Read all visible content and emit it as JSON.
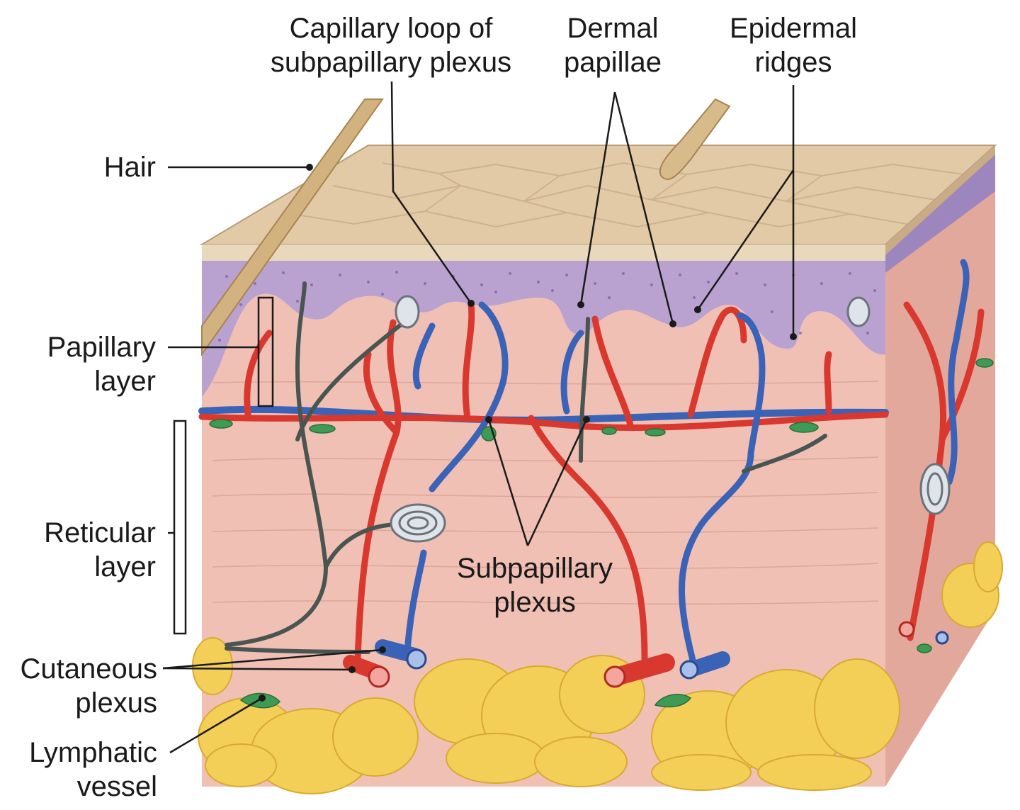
{
  "labels": {
    "capillary_loop": [
      "Capillary loop of",
      "subpapillary plexus"
    ],
    "dermal_papillae": [
      "Dermal",
      "papillae"
    ],
    "epidermal_ridges": [
      "Epidermal",
      "ridges"
    ],
    "hair": "Hair",
    "papillary_layer": [
      "Papillary",
      "layer"
    ],
    "reticular_layer": [
      "Reticular",
      "layer"
    ],
    "subpapillary_plexus": [
      "Subpapillary",
      "plexus"
    ],
    "cutaneous_plexus": [
      "Cutaneous",
      "plexus"
    ],
    "lymphatic_vessel": [
      "Lymphatic",
      "vessel"
    ]
  },
  "colors": {
    "epidermis_surface": "#e2caa6",
    "stratum": "#b9a2cf",
    "dermis": "#f0c0b4",
    "fat": "#f3cf57",
    "artery": "#d9382f",
    "vein": "#3a63b8",
    "lymphatic": "#3f9a55",
    "nerve": "#4a5552",
    "leader": "#1a1a1a"
  }
}
